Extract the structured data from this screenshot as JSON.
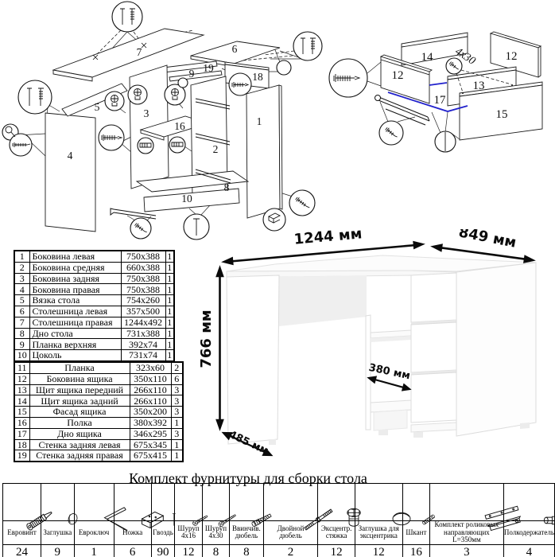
{
  "exploded": {
    "labels": {
      "n1": "1",
      "n2": "2",
      "n3": "3",
      "n4": "4",
      "n5": "5",
      "n6": "6",
      "n7": "7",
      "n8": "8",
      "n9": "9",
      "n10": "10",
      "n16": "16",
      "n18": "18",
      "n19": "19"
    }
  },
  "drawer": {
    "labels": {
      "n12a": "12",
      "n12b": "12",
      "n13": "13",
      "n14": "14",
      "n15": "15",
      "n17": "17",
      "screw": "4x30"
    }
  },
  "desk": {
    "dims": {
      "width": "1244 мм",
      "depth": "849 мм",
      "height": "766 мм",
      "inner": "380 мм",
      "side": "485 мм"
    }
  },
  "parts_table": {
    "rows": [
      {
        "num": "1",
        "name": "Боковина левая",
        "size": "750x388",
        "qty": "1"
      },
      {
        "num": "2",
        "name": "Боковина средняя",
        "size": "660x388",
        "qty": "1"
      },
      {
        "num": "3",
        "name": "Боковина задняя",
        "size": "750x388",
        "qty": "1"
      },
      {
        "num": "4",
        "name": "Боковина правая",
        "size": "750x388",
        "qty": "1"
      },
      {
        "num": "5",
        "name": "Вязка стола",
        "size": "754x260",
        "qty": "1"
      },
      {
        "num": "6",
        "name": "Столешница левая",
        "size": "357x500",
        "qty": "1"
      },
      {
        "num": "7",
        "name": "Столешница правая",
        "size": "1244x492",
        "qty": "1"
      },
      {
        "num": "8",
        "name": "Дно стола",
        "size": "731x388",
        "qty": "1"
      },
      {
        "num": "9",
        "name": "Планка верхняя",
        "size": "392x74",
        "qty": "1"
      },
      {
        "num": "10",
        "name": "Цоколь",
        "size": "731x74",
        "qty": "1"
      },
      {
        "num": "11",
        "name": "Планка",
        "size": "323x60",
        "qty": "2"
      },
      {
        "num": "12",
        "name": "Боковина ящика",
        "size": "350x110",
        "qty": "6"
      },
      {
        "num": "13",
        "name": "Щит ящика передний",
        "size": "266x110",
        "qty": "3"
      },
      {
        "num": "14",
        "name": "Щит ящика задний",
        "size": "266x110",
        "qty": "3"
      },
      {
        "num": "15",
        "name": "Фасад ящика",
        "size": "350x200",
        "qty": "3"
      },
      {
        "num": "16",
        "name": "Полка",
        "size": "380x392",
        "qty": "1"
      },
      {
        "num": "17",
        "name": "Дно ящика",
        "size": "346x295",
        "qty": "3"
      },
      {
        "num": "18",
        "name": "Стенка задняя левая",
        "size": "675x345",
        "qty": "1"
      },
      {
        "num": "19",
        "name": "Стенка задняя правая",
        "size": "675x415",
        "qty": "1"
      }
    ]
  },
  "hardware": {
    "title": "Комплект фурнитуры для сборки стола",
    "items": [
      {
        "label": "Евровинт",
        "qty": "24",
        "icon": "euro-screw",
        "w": 48
      },
      {
        "label": "Заглушка",
        "qty": "9",
        "icon": "cap",
        "w": 41
      },
      {
        "label": "Евроключ",
        "qty": "1",
        "icon": "hex-key",
        "w": 50
      },
      {
        "label": "Ножка",
        "qty": "6",
        "icon": "leg",
        "w": 48
      },
      {
        "label": "Гвоздь",
        "qty": "90",
        "icon": "nail",
        "w": 29
      },
      {
        "label": "Шуруп\n4x16",
        "qty": "12",
        "icon": "screw-small",
        "w": 34
      },
      {
        "label": "Шуруп\n4x30",
        "qty": "8",
        "icon": "screw-large",
        "w": 34
      },
      {
        "label": "Ввинчив.\nдюбель",
        "qty": "8",
        "icon": "screw-dowel",
        "w": 42
      },
      {
        "label": "Двойной\nдюбель",
        "qty": "2",
        "icon": "double-dowel",
        "w": 71
      },
      {
        "label": "Эксцентр.\nстяжка",
        "qty": "12",
        "icon": "cam-lock",
        "w": 46
      },
      {
        "label": "Заглушка для\nэксцентрика",
        "qty": "12",
        "icon": "cam-cap",
        "w": 60
      },
      {
        "label": "Шкант",
        "qty": "16",
        "icon": "dowel",
        "w": 34
      },
      {
        "label": "Комплект роликовых\nнаправляющих L=350мм",
        "qty": "3",
        "icon": "roller-guides",
        "w": 95
      },
      {
        "label": "Полкодержатель",
        "qty": "4",
        "icon": "shelf-holder",
        "w": 59
      }
    ]
  }
}
